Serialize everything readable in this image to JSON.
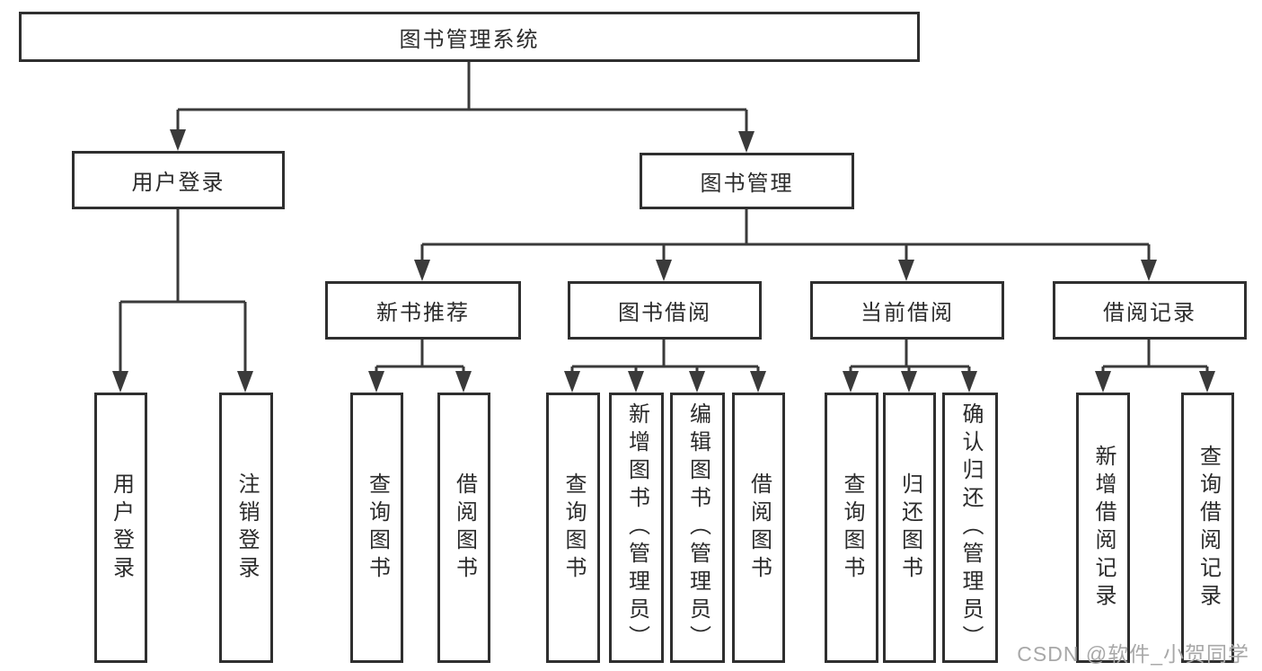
{
  "diagram_type": "function-structure-tree",
  "tree": {
    "label": "图书管理系统",
    "children": [
      {
        "label": "用户登录",
        "children": [
          {
            "label": "用户登录"
          },
          {
            "label": "注销登录"
          }
        ]
      },
      {
        "label": "图书管理",
        "children": [
          {
            "label": "新书推荐",
            "children": [
              {
                "label": "查询图书"
              },
              {
                "label": "借阅图书"
              }
            ]
          },
          {
            "label": "图书借阅",
            "children": [
              {
                "label": "查询图书"
              },
              {
                "label": "新增图书（管理员）"
              },
              {
                "label": "编辑图书（管理员）"
              },
              {
                "label": "借阅图书"
              }
            ]
          },
          {
            "label": "当前借阅",
            "children": [
              {
                "label": "查询图书"
              },
              {
                "label": "归还图书"
              },
              {
                "label": "确认归还（管理员）"
              }
            ]
          },
          {
            "label": "借阅记录",
            "children": [
              {
                "label": "新增借阅记录"
              },
              {
                "label": "查询借阅记录"
              }
            ]
          }
        ]
      }
    ]
  },
  "watermark": {
    "text": "CSDN @软件_小贺同学"
  },
  "colors": {
    "line": "#3a3a3a",
    "box_border": "#2f2f2f",
    "text": "#2b2b2b",
    "watermark": "#a8a8a8",
    "background": "#ffffff"
  }
}
